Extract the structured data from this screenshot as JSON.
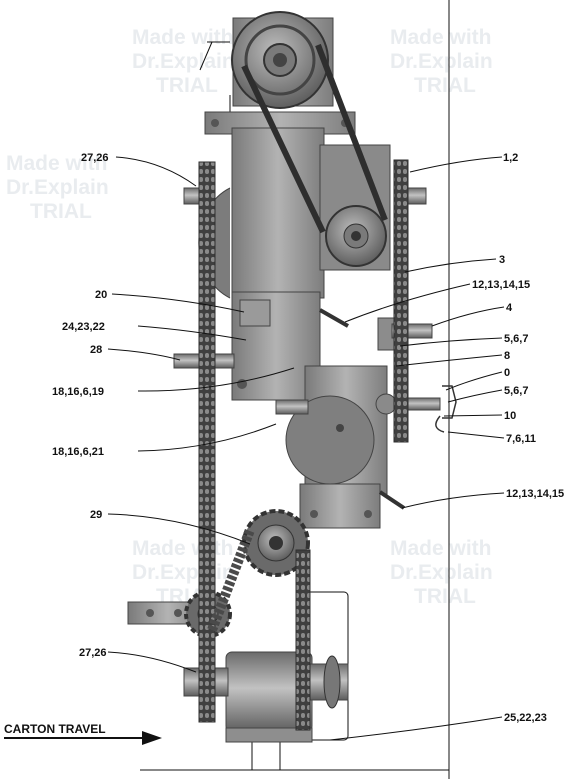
{
  "callouts": [
    {
      "id": "c1",
      "text": "27,26"
    },
    {
      "id": "c2",
      "text": "1,2"
    },
    {
      "id": "c3",
      "text": "3"
    },
    {
      "id": "c4",
      "text": "12,13,14,15"
    },
    {
      "id": "c5",
      "text": "20"
    },
    {
      "id": "c6",
      "text": "4"
    },
    {
      "id": "c7",
      "text": "24,23,22"
    },
    {
      "id": "c8",
      "text": "5,6,7"
    },
    {
      "id": "c9",
      "text": "28"
    },
    {
      "id": "c10",
      "text": "8"
    },
    {
      "id": "c11",
      "text": "0"
    },
    {
      "id": "c12",
      "text": "18,16,6,19"
    },
    {
      "id": "c13",
      "text": "5,6,7"
    },
    {
      "id": "c14",
      "text": "10"
    },
    {
      "id": "c15",
      "text": "18,16,6,21"
    },
    {
      "id": "c16",
      "text": "7,6,11"
    },
    {
      "id": "c17",
      "text": "12,13,14,15"
    },
    {
      "id": "c18",
      "text": "29"
    },
    {
      "id": "c19",
      "text": "27,26"
    },
    {
      "id": "c20",
      "text": "25,22,23"
    }
  ],
  "carton_travel": "CARTON TRAVEL",
  "watermark": [
    "Made with",
    "Dr.Explain",
    "TRIAL"
  ],
  "colors": {
    "metal": "#8f8f8f",
    "metal_dark": "#5e5e5e",
    "metal_light": "#b9b9b9",
    "chain": "#4a4a4a",
    "line": "#111111"
  }
}
